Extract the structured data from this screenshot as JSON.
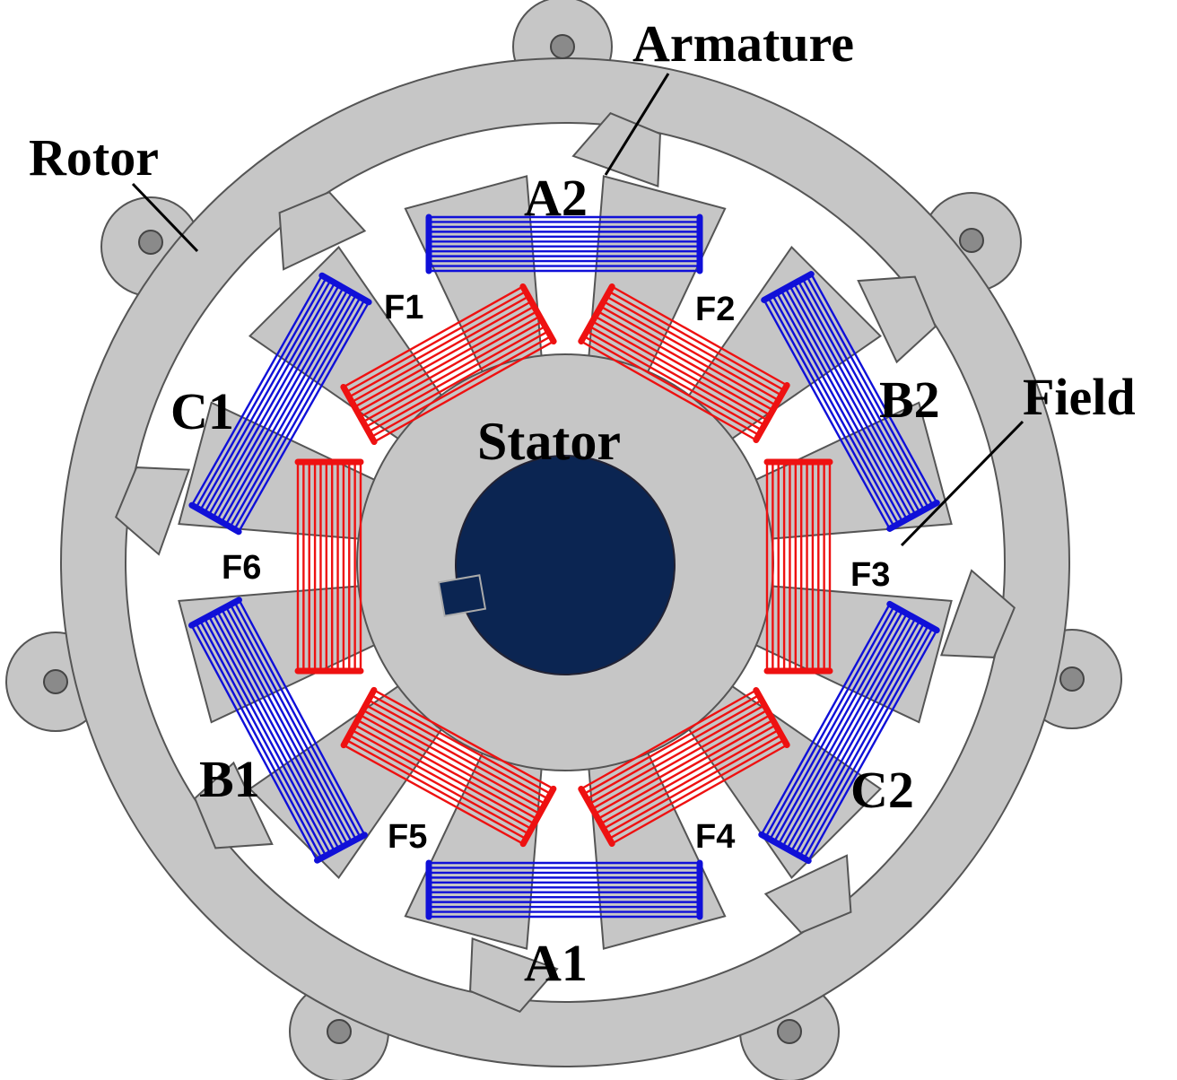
{
  "labels": {
    "armature": "Armature",
    "rotor": "Rotor",
    "field": "Field",
    "stator": "Stator",
    "a1": "A1",
    "a2": "A2",
    "b1": "B1",
    "b2": "B2",
    "c1": "C1",
    "c2": "C2",
    "f1": "F1",
    "f2": "F2",
    "f3": "F3",
    "f4": "F4",
    "f5": "F5",
    "f6": "F6"
  },
  "colors": {
    "rotor_fill": "#c6c6c6",
    "outline": "#555555",
    "stator_fill": "#c6c6c6",
    "shaft_fill": "#0b2552",
    "armature_coil": "#1010d8",
    "field_coil": "#ee1111",
    "bolt_fill": "#8a8a8a"
  }
}
